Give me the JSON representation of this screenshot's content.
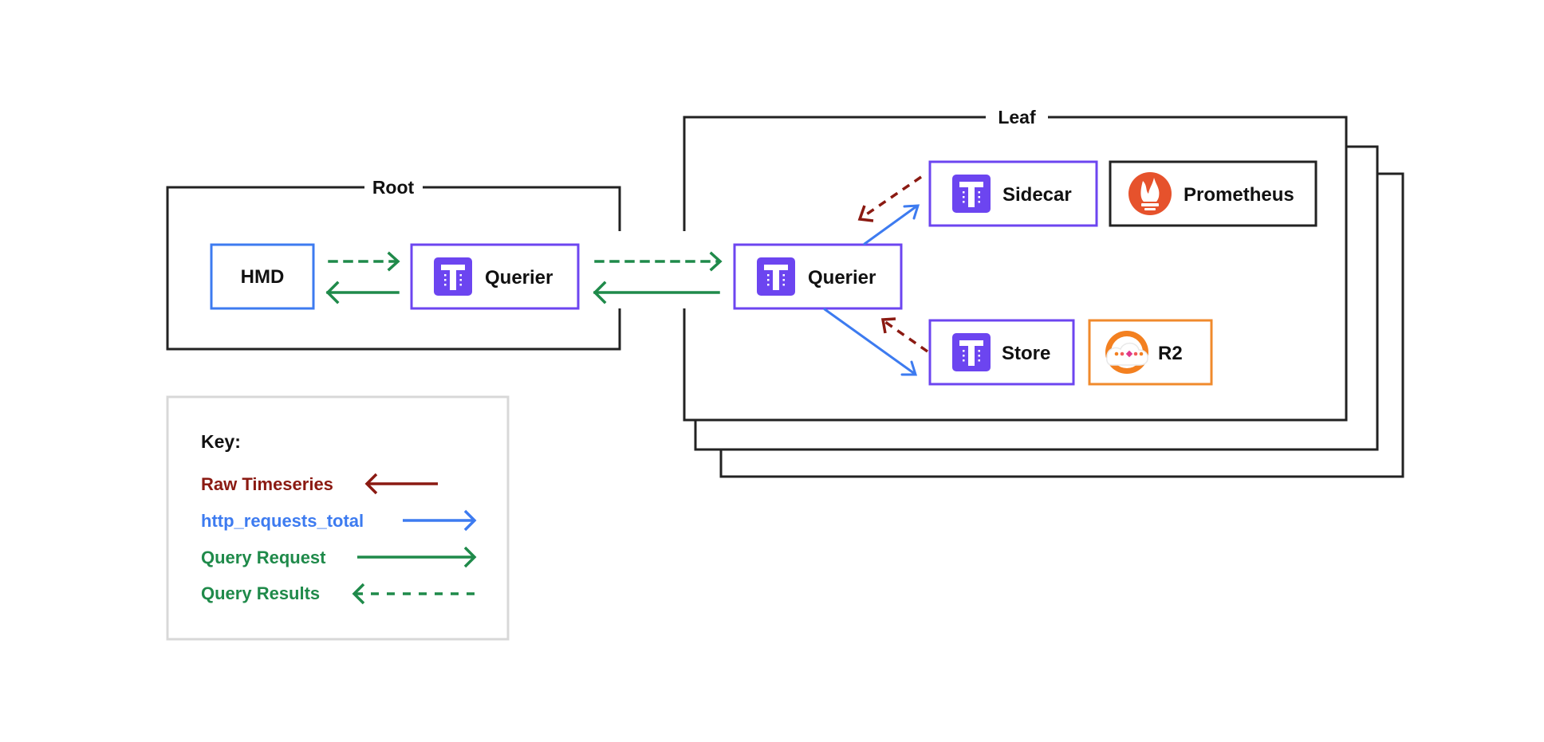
{
  "colors": {
    "raw_timeseries": "#8b1a12",
    "http_requests_total": "#3d7bf0",
    "query": "#1f8a4a",
    "thanos_purple": "#6c45f0",
    "hmd_blue": "#3d7bf0",
    "r2_orange": "#f08a2c",
    "frame": "#222222",
    "key_border": "#d8d8d8"
  },
  "groups": {
    "root": "Root",
    "leaf": "Leaf"
  },
  "nodes": {
    "hmd": "HMD",
    "root_querier": "Querier",
    "leaf_querier": "Querier",
    "sidecar": "Sidecar",
    "prometheus": "Prometheus",
    "store": "Store",
    "r2": "R2"
  },
  "icons": {
    "thanos": "thanos-logo-icon",
    "prometheus": "prometheus-flame-icon",
    "r2": "cloudflare-r2-icon"
  },
  "key": {
    "title": "Key:",
    "items": [
      {
        "label": "Raw Timeseries",
        "line": "solid",
        "direction": "left",
        "color": "#8b1a12"
      },
      {
        "label": "http_requests_total",
        "line": "solid",
        "direction": "right",
        "color": "#3d7bf0"
      },
      {
        "label": "Query Request",
        "line": "solid",
        "direction": "right",
        "color": "#1f8a4a"
      },
      {
        "label": "Query Results",
        "line": "dashed",
        "direction": "left",
        "color": "#1f8a4a"
      }
    ]
  }
}
